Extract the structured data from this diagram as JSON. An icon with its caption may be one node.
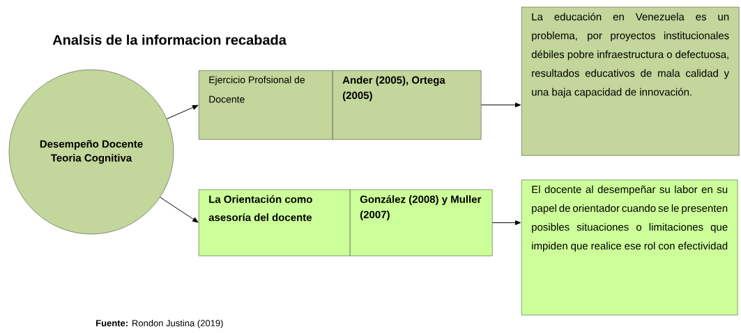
{
  "diagram": {
    "title": "Analsis de la informacion recabada",
    "caption": "**Fuente:** Rondon Justina (2019)",
    "nodes": [
      {
        "text": [
          "Desempeño Docente Teoria Cognitiva"
        ]
      },
      {
        "text": [
          "Ejercicio Profsional de Docente"
        ]
      },
      {
        "text": [
          "Ander (2005), Ortega (2005)"
        ]
      },
      {
        "text": [
          "La educación en Venezuela es un problema, por proyectos institucionales débiles pobre infraestructura o defectuosa, resultados educativos de mala calidad y una baja capacidad de innovación."
        ]
      },
      {
        "text": [
          "La Orientación como asesoría del docente"
        ]
      },
      {
        "text": [
          "González (2008) y Muller (2007)"
        ]
      },
      {
        "text": [
          "El docente al desempeñar su labor en su papel de orientador cuando se le presenten posibles situaciones o limitaciones que impiden que realice ese rol con efectividad"
        ]
      }
    ],
    "edges": [
      {
        "from": 0,
        "to": 1,
        "arrow": "to"
      },
      {
        "from": 2,
        "to": 3,
        "arrow": "to"
      },
      {
        "from": 0,
        "to": 4,
        "arrow": "to"
      },
      {
        "from": 5,
        "to": 6,
        "arrow": "to"
      }
    ]
  }
}
